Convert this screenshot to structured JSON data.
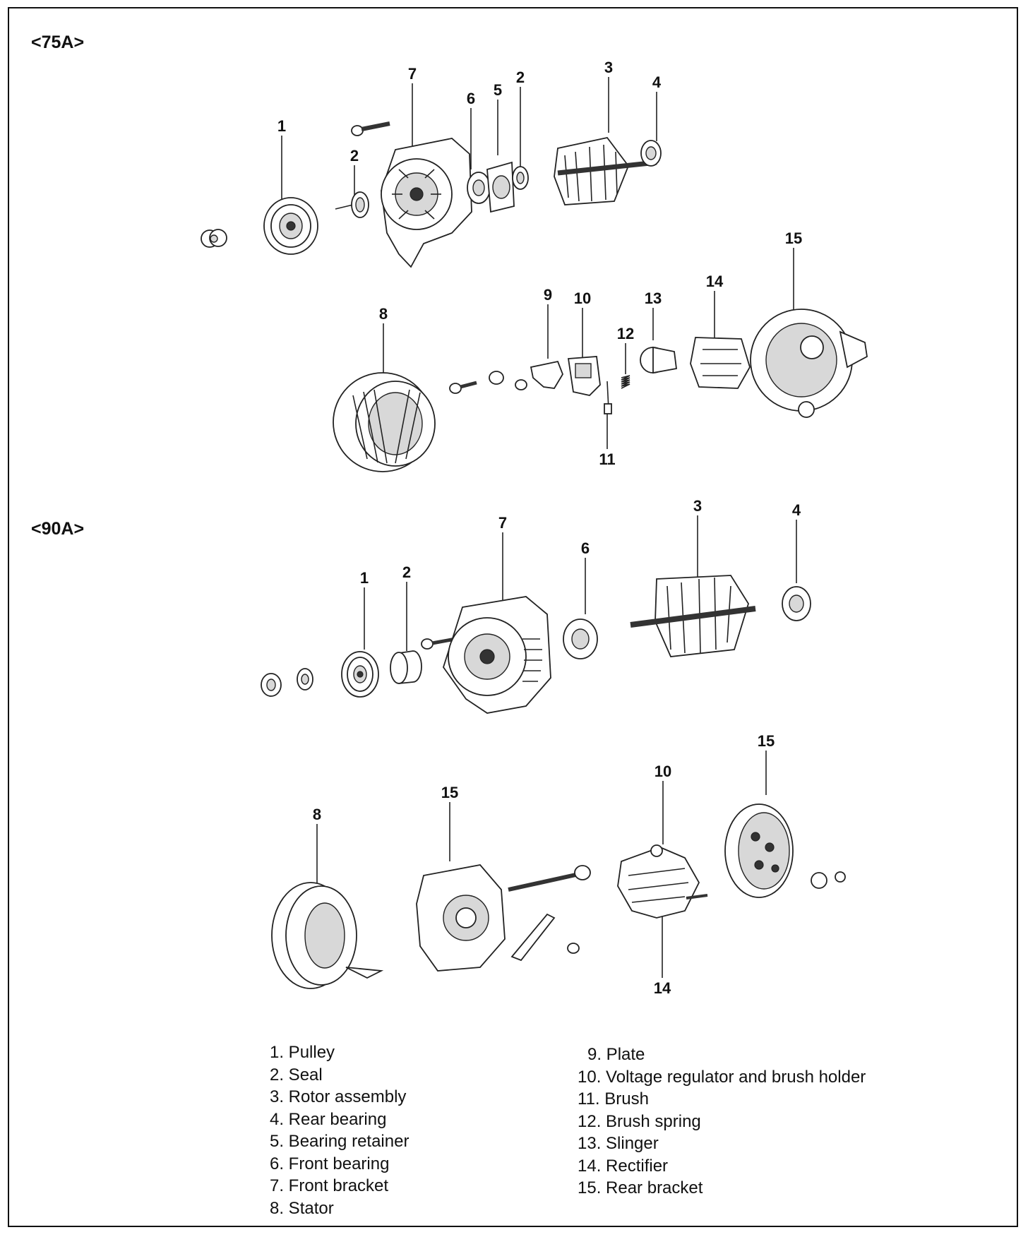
{
  "sections": [
    {
      "title": "<75A>"
    },
    {
      "title": "<90A>"
    }
  ],
  "callouts_75a": [
    "1",
    "2",
    "7",
    "6",
    "5",
    "2",
    "3",
    "4",
    "8",
    "9",
    "10",
    "13",
    "14",
    "15",
    "12",
    "11"
  ],
  "callouts_90a": [
    "1",
    "2",
    "7",
    "6",
    "3",
    "4",
    "8",
    "15",
    "10",
    "15",
    "14"
  ],
  "legend": {
    "left": [
      "1. Pulley",
      "2. Seal",
      "3. Rotor assembly",
      "4. Rear bearing",
      "5. Bearing retainer",
      "6. Front bearing",
      "7. Front bracket",
      "8. Stator"
    ],
    "right": [
      "9. Plate",
      "10. Voltage regulator and brush holder",
      "11. Brush",
      "12. Brush spring",
      "13. Slinger",
      "14. Rectifier",
      "15. Rear bracket"
    ]
  }
}
